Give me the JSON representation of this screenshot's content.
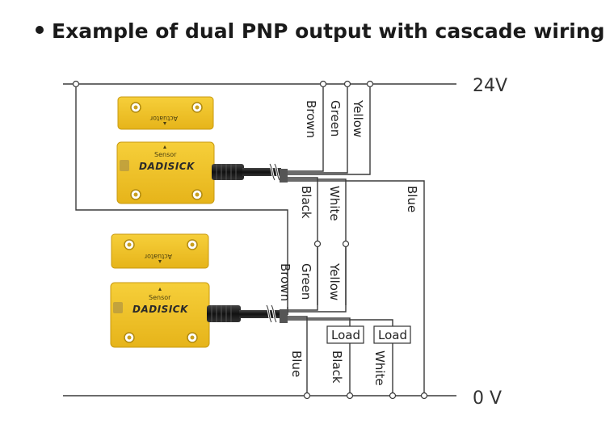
{
  "title": "Example of dual PNP output with cascade wiring",
  "rails": {
    "top": "24V",
    "bottom": "0 V"
  },
  "upper_sensor": {
    "actuator_text": "Actuator",
    "sensor_text": "Sensor",
    "brand": "DADISICK",
    "wires_up": [
      "Brown",
      "Green",
      "Yellow"
    ],
    "wires_down": [
      "Black",
      "White",
      "Blue"
    ]
  },
  "lower_sensor": {
    "actuator_text": "Actuator",
    "sensor_text": "Sensor",
    "brand": "DADISICK",
    "wires_up": [
      "Brown",
      "Green",
      "Yellow"
    ],
    "wires_down": [
      "Blue",
      "Black",
      "White"
    ]
  },
  "loads": [
    "Load",
    "Load"
  ],
  "colors": {
    "housing": "#f0c020",
    "housing_edge": "#c89a10",
    "wire": "#3a3a3a"
  }
}
